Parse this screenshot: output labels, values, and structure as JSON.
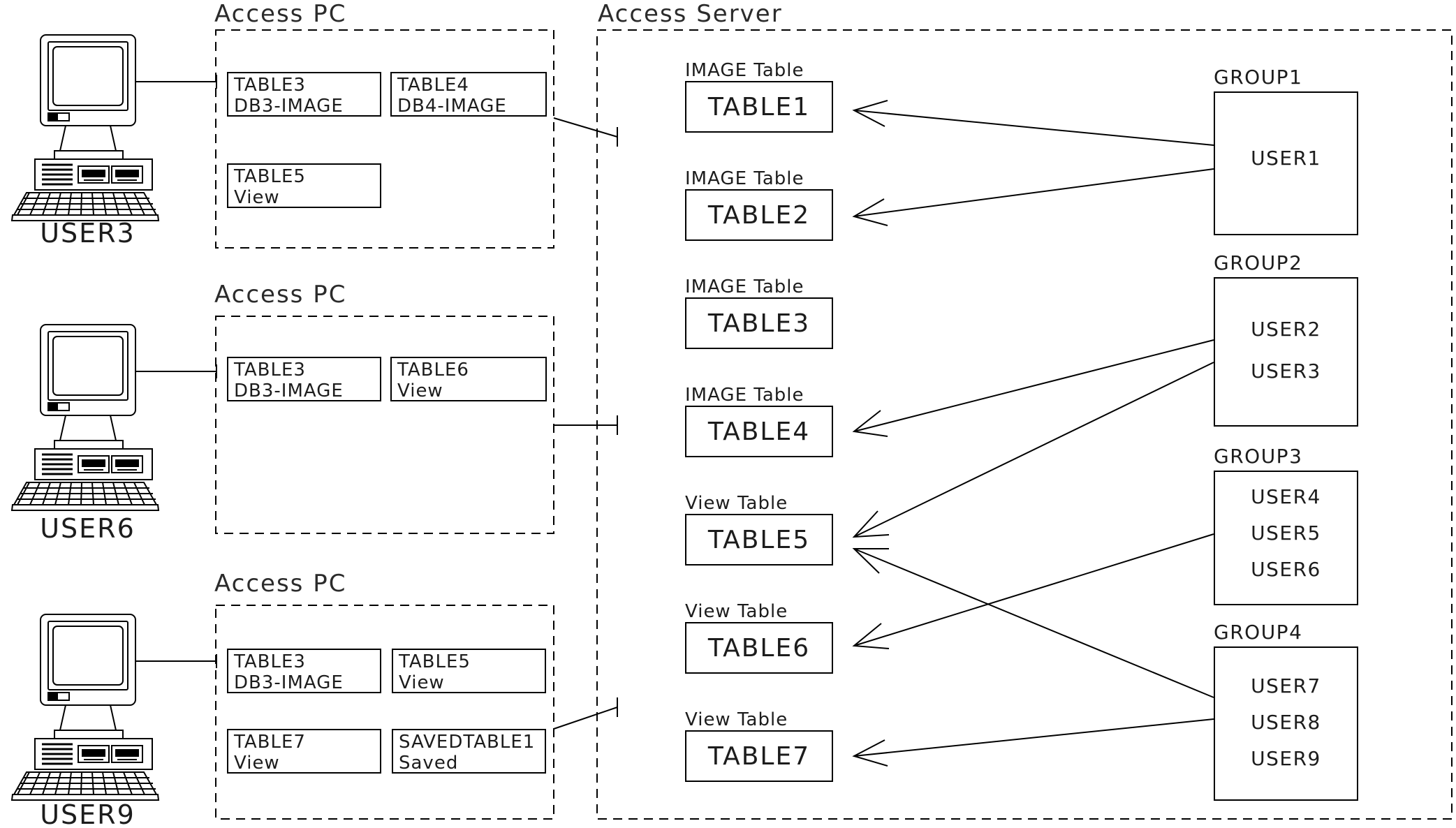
{
  "colors": {
    "line": "#000000",
    "background": "#ffffff",
    "text": "#1c1c1c"
  },
  "icons": {
    "workstation": "retro-desktop-computer-icon",
    "connector_end": "t-bar-terminator",
    "arrow_head": "open-v-arrowhead"
  },
  "access_pcs": [
    {
      "title": "Access PC",
      "user": "USER3",
      "boxes": [
        {
          "name": "TABLE3",
          "sub": "DB3-IMAGE"
        },
        {
          "name": "TABLE4",
          "sub": "DB4-IMAGE"
        },
        {
          "name": "TABLE5",
          "sub": "View"
        }
      ]
    },
    {
      "title": "Access PC",
      "user": "USER6",
      "boxes": [
        {
          "name": "TABLE3",
          "sub": "DB3-IMAGE"
        },
        {
          "name": "TABLE6",
          "sub": "View"
        }
      ]
    },
    {
      "title": "Access PC",
      "user": "USER9",
      "boxes": [
        {
          "name": "TABLE3",
          "sub": "DB3-IMAGE"
        },
        {
          "name": "TABLE5",
          "sub": "View"
        },
        {
          "name": "TABLE7",
          "sub": "View"
        },
        {
          "name": "SAVEDTABLE1",
          "sub": "Saved"
        }
      ]
    }
  ],
  "server": {
    "title": "Access Server",
    "tables": [
      {
        "label": "IMAGE Table",
        "name": "TABLE1"
      },
      {
        "label": "IMAGE Table",
        "name": "TABLE2"
      },
      {
        "label": "IMAGE Table",
        "name": "TABLE3"
      },
      {
        "label": "IMAGE Table",
        "name": "TABLE4"
      },
      {
        "label": "View Table",
        "name": "TABLE5"
      },
      {
        "label": "View Table",
        "name": "TABLE6"
      },
      {
        "label": "View Table",
        "name": "TABLE7"
      }
    ],
    "groups": [
      {
        "label": "GROUP1",
        "users": [
          "USER1"
        ]
      },
      {
        "label": "GROUP2",
        "users": [
          "USER2",
          "USER3"
        ]
      },
      {
        "label": "GROUP3",
        "users": [
          "USER4",
          "USER5",
          "USER6"
        ]
      },
      {
        "label": "GROUP4",
        "users": [
          "USER7",
          "USER8",
          "USER9"
        ]
      }
    ]
  }
}
